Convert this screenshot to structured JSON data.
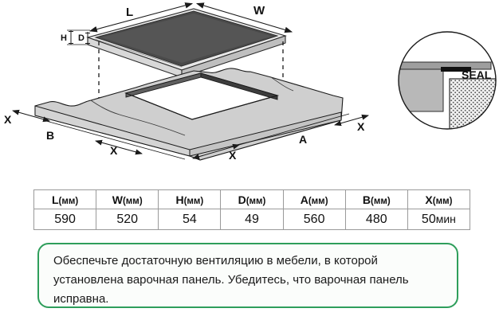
{
  "diagram": {
    "labels": {
      "length": "L",
      "width": "W",
      "height": "H",
      "depth": "D",
      "cutout_a": "A",
      "cutout_b": "B",
      "clearance_1": "X",
      "clearance_2": "X",
      "clearance_3": "X",
      "clearance_4": "X"
    },
    "detail": {
      "seal_label": "SEAL"
    }
  },
  "table": {
    "headers": [
      {
        "symbol": "L",
        "unit": "(мм)"
      },
      {
        "symbol": "W",
        "unit": "(мм)"
      },
      {
        "symbol": "H",
        "unit": "(мм)"
      },
      {
        "symbol": "D",
        "unit": "(мм)"
      },
      {
        "symbol": "A",
        "unit": "(мм)"
      },
      {
        "symbol": "B",
        "unit": "(мм)"
      },
      {
        "symbol": "X",
        "unit": "(мм)"
      }
    ],
    "values": [
      {
        "number": "590",
        "suffix": ""
      },
      {
        "number": "520",
        "suffix": ""
      },
      {
        "number": "54",
        "suffix": ""
      },
      {
        "number": "49",
        "suffix": ""
      },
      {
        "number": "560",
        "suffix": ""
      },
      {
        "number": "480",
        "suffix": ""
      },
      {
        "number": "50",
        "suffix": "мин"
      }
    ]
  },
  "note": {
    "text": "Обеспечьте достаточную вентиляцию в мебели, в которой установлена варочная панель. Убедитесь, что варочная панель исправна."
  },
  "colors": {
    "note_border": "#2e9e5b",
    "cooktop_surface": "#4a4a4a",
    "counter_fill": "#c9c9c9",
    "table_border": "#9a9a9a"
  }
}
